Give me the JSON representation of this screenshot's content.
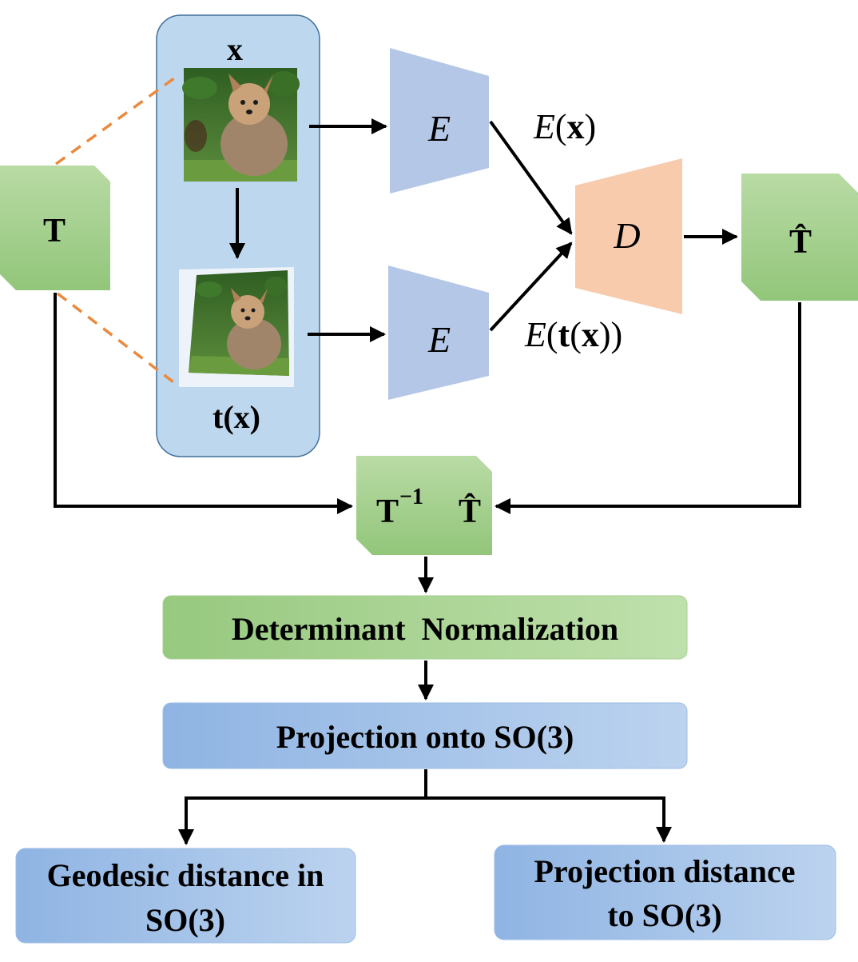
{
  "input_panel": {
    "top_label": "x",
    "bottom_label_t": "t",
    "bottom_label_paren_open": "(",
    "bottom_label_x": "x",
    "bottom_label_paren_close": ")"
  },
  "transform_block": {
    "label": "T"
  },
  "encoder_top": {
    "label": "E"
  },
  "encoder_bottom": {
    "label": "E"
  },
  "decoder": {
    "label": "D"
  },
  "output_block": {
    "label": "T̂"
  },
  "feature_top": {
    "prefix": "E",
    "open": "(",
    "x": "x",
    "close": ")"
  },
  "feature_bottom": {
    "prefix": "E",
    "open": "(",
    "t": "t",
    "open2": "(",
    "x": "x",
    "close": "))"
  },
  "product_block": {
    "base": "T",
    "exponent": "−1",
    "hat_label": "T̂"
  },
  "steps": {
    "normalization": "Determinant  Normalization",
    "projection": "Projection onto SO(3)"
  },
  "outputs": {
    "geodesic_line1": "Geodesic distance in",
    "geodesic_line2": "SO(3)",
    "projdist_line1": "Projection distance",
    "projdist_line2": "to SO(3)"
  },
  "colors": {
    "green_block": "#9ccc84",
    "blue_panel": "#bdd7ee",
    "encoder": "#b4c7e7",
    "decoder": "#f8cbad",
    "dashed": "#ea8a3f"
  }
}
